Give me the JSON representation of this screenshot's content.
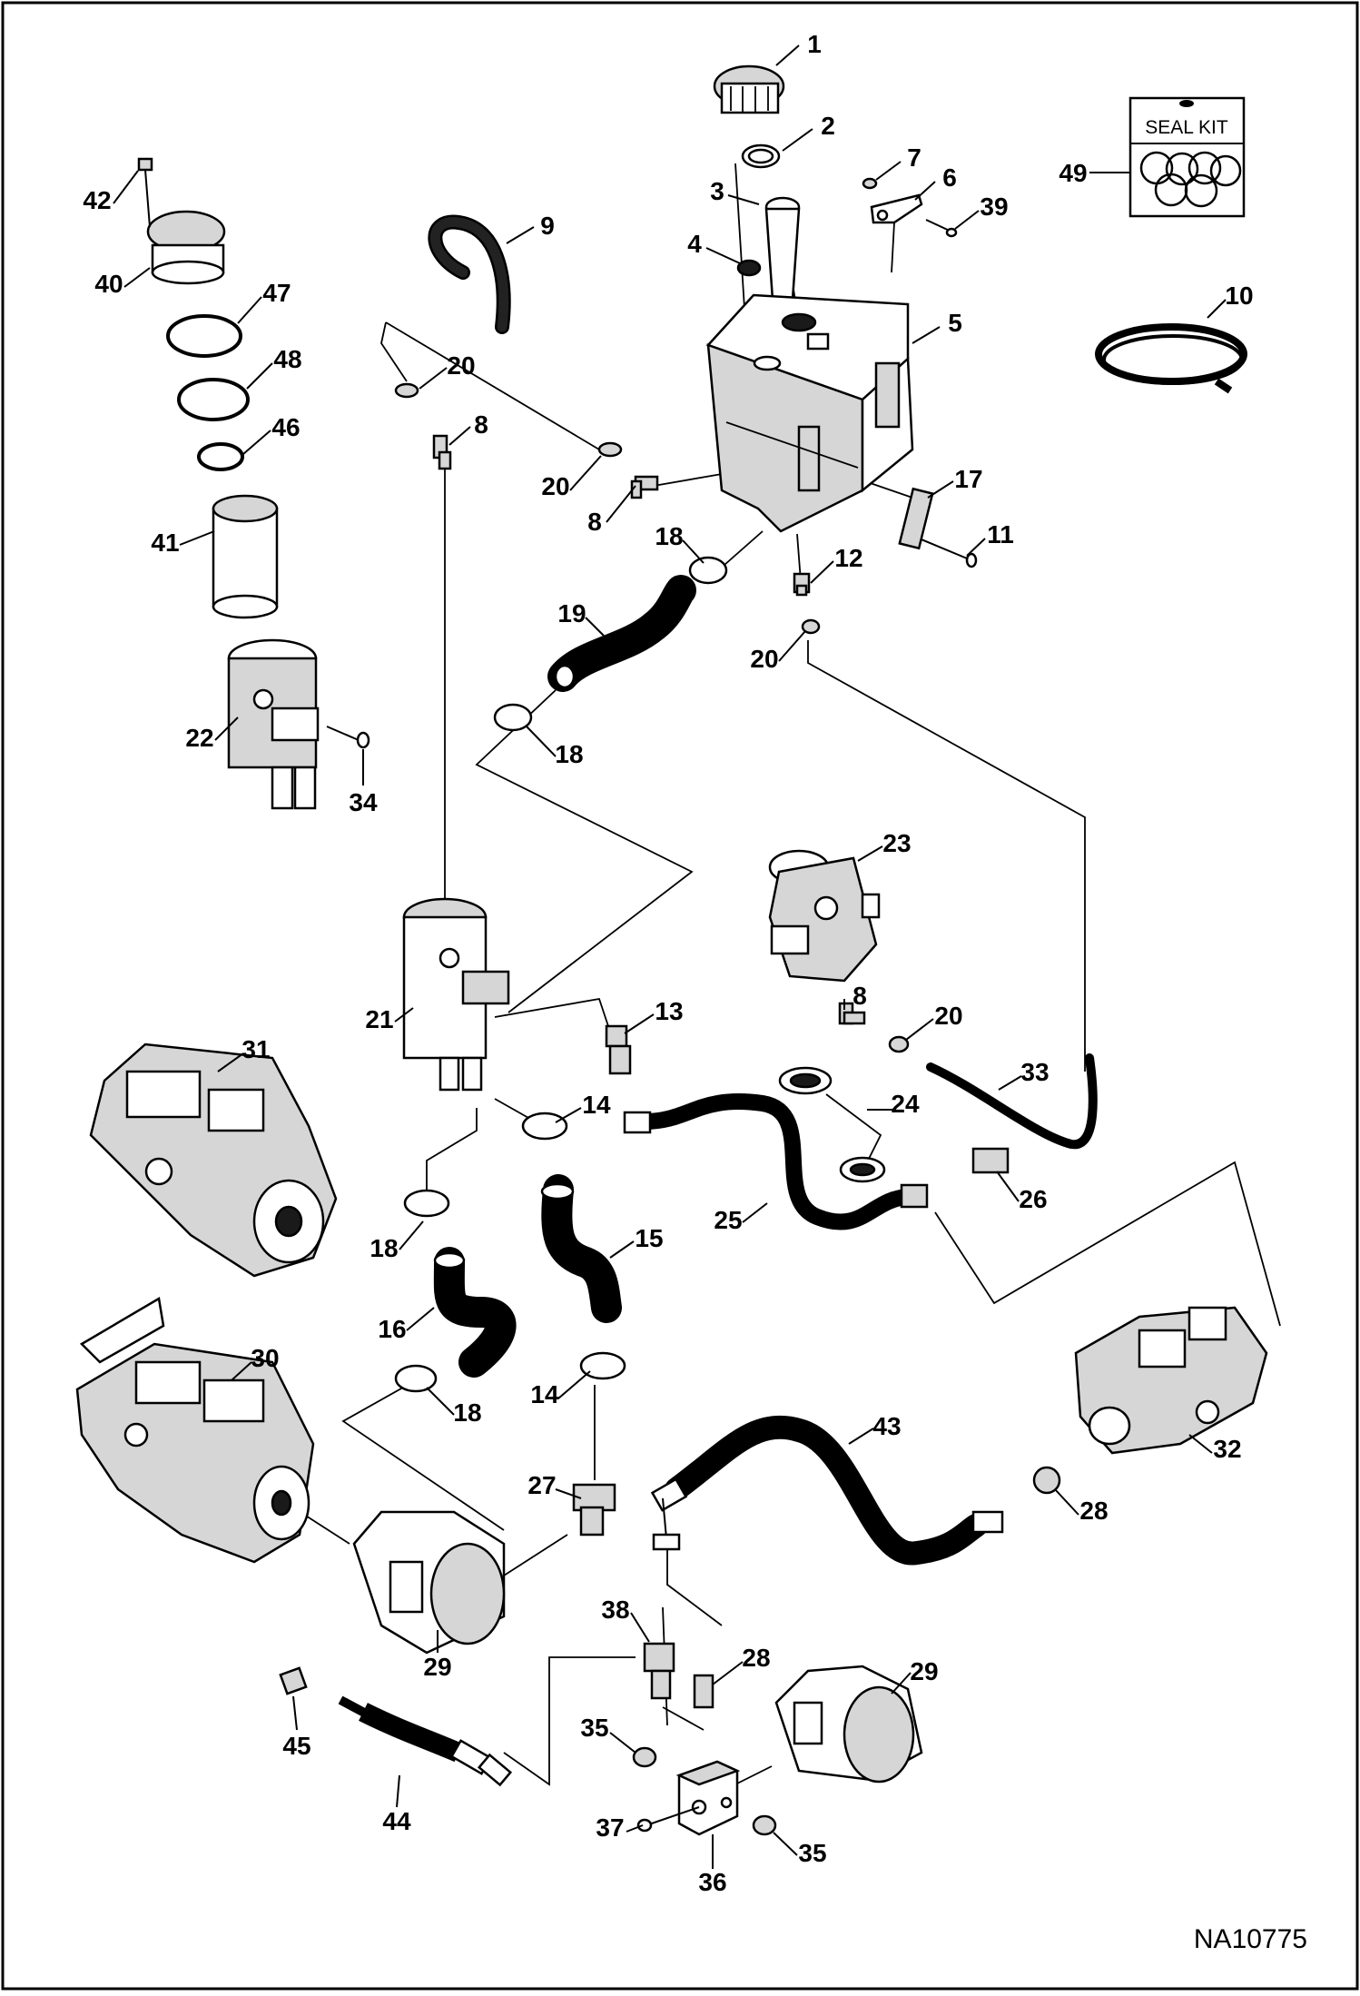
{
  "diagram": {
    "part_labels": [
      "1",
      "2",
      "3",
      "4",
      "5",
      "6",
      "7",
      "8",
      "9",
      "10",
      "11",
      "12",
      "13",
      "14",
      "15",
      "16",
      "17",
      "18",
      "19",
      "20",
      "21",
      "22",
      "23",
      "24",
      "25",
      "26",
      "27",
      "28",
      "29",
      "30",
      "31",
      "32",
      "33",
      "34",
      "35",
      "36",
      "37",
      "38",
      "39",
      "40",
      "41",
      "42",
      "43",
      "44",
      "45",
      "46",
      "47",
      "48",
      "49"
    ],
    "seal_kit_label": "SEAL KIT",
    "figure_id": "NA10775"
  }
}
